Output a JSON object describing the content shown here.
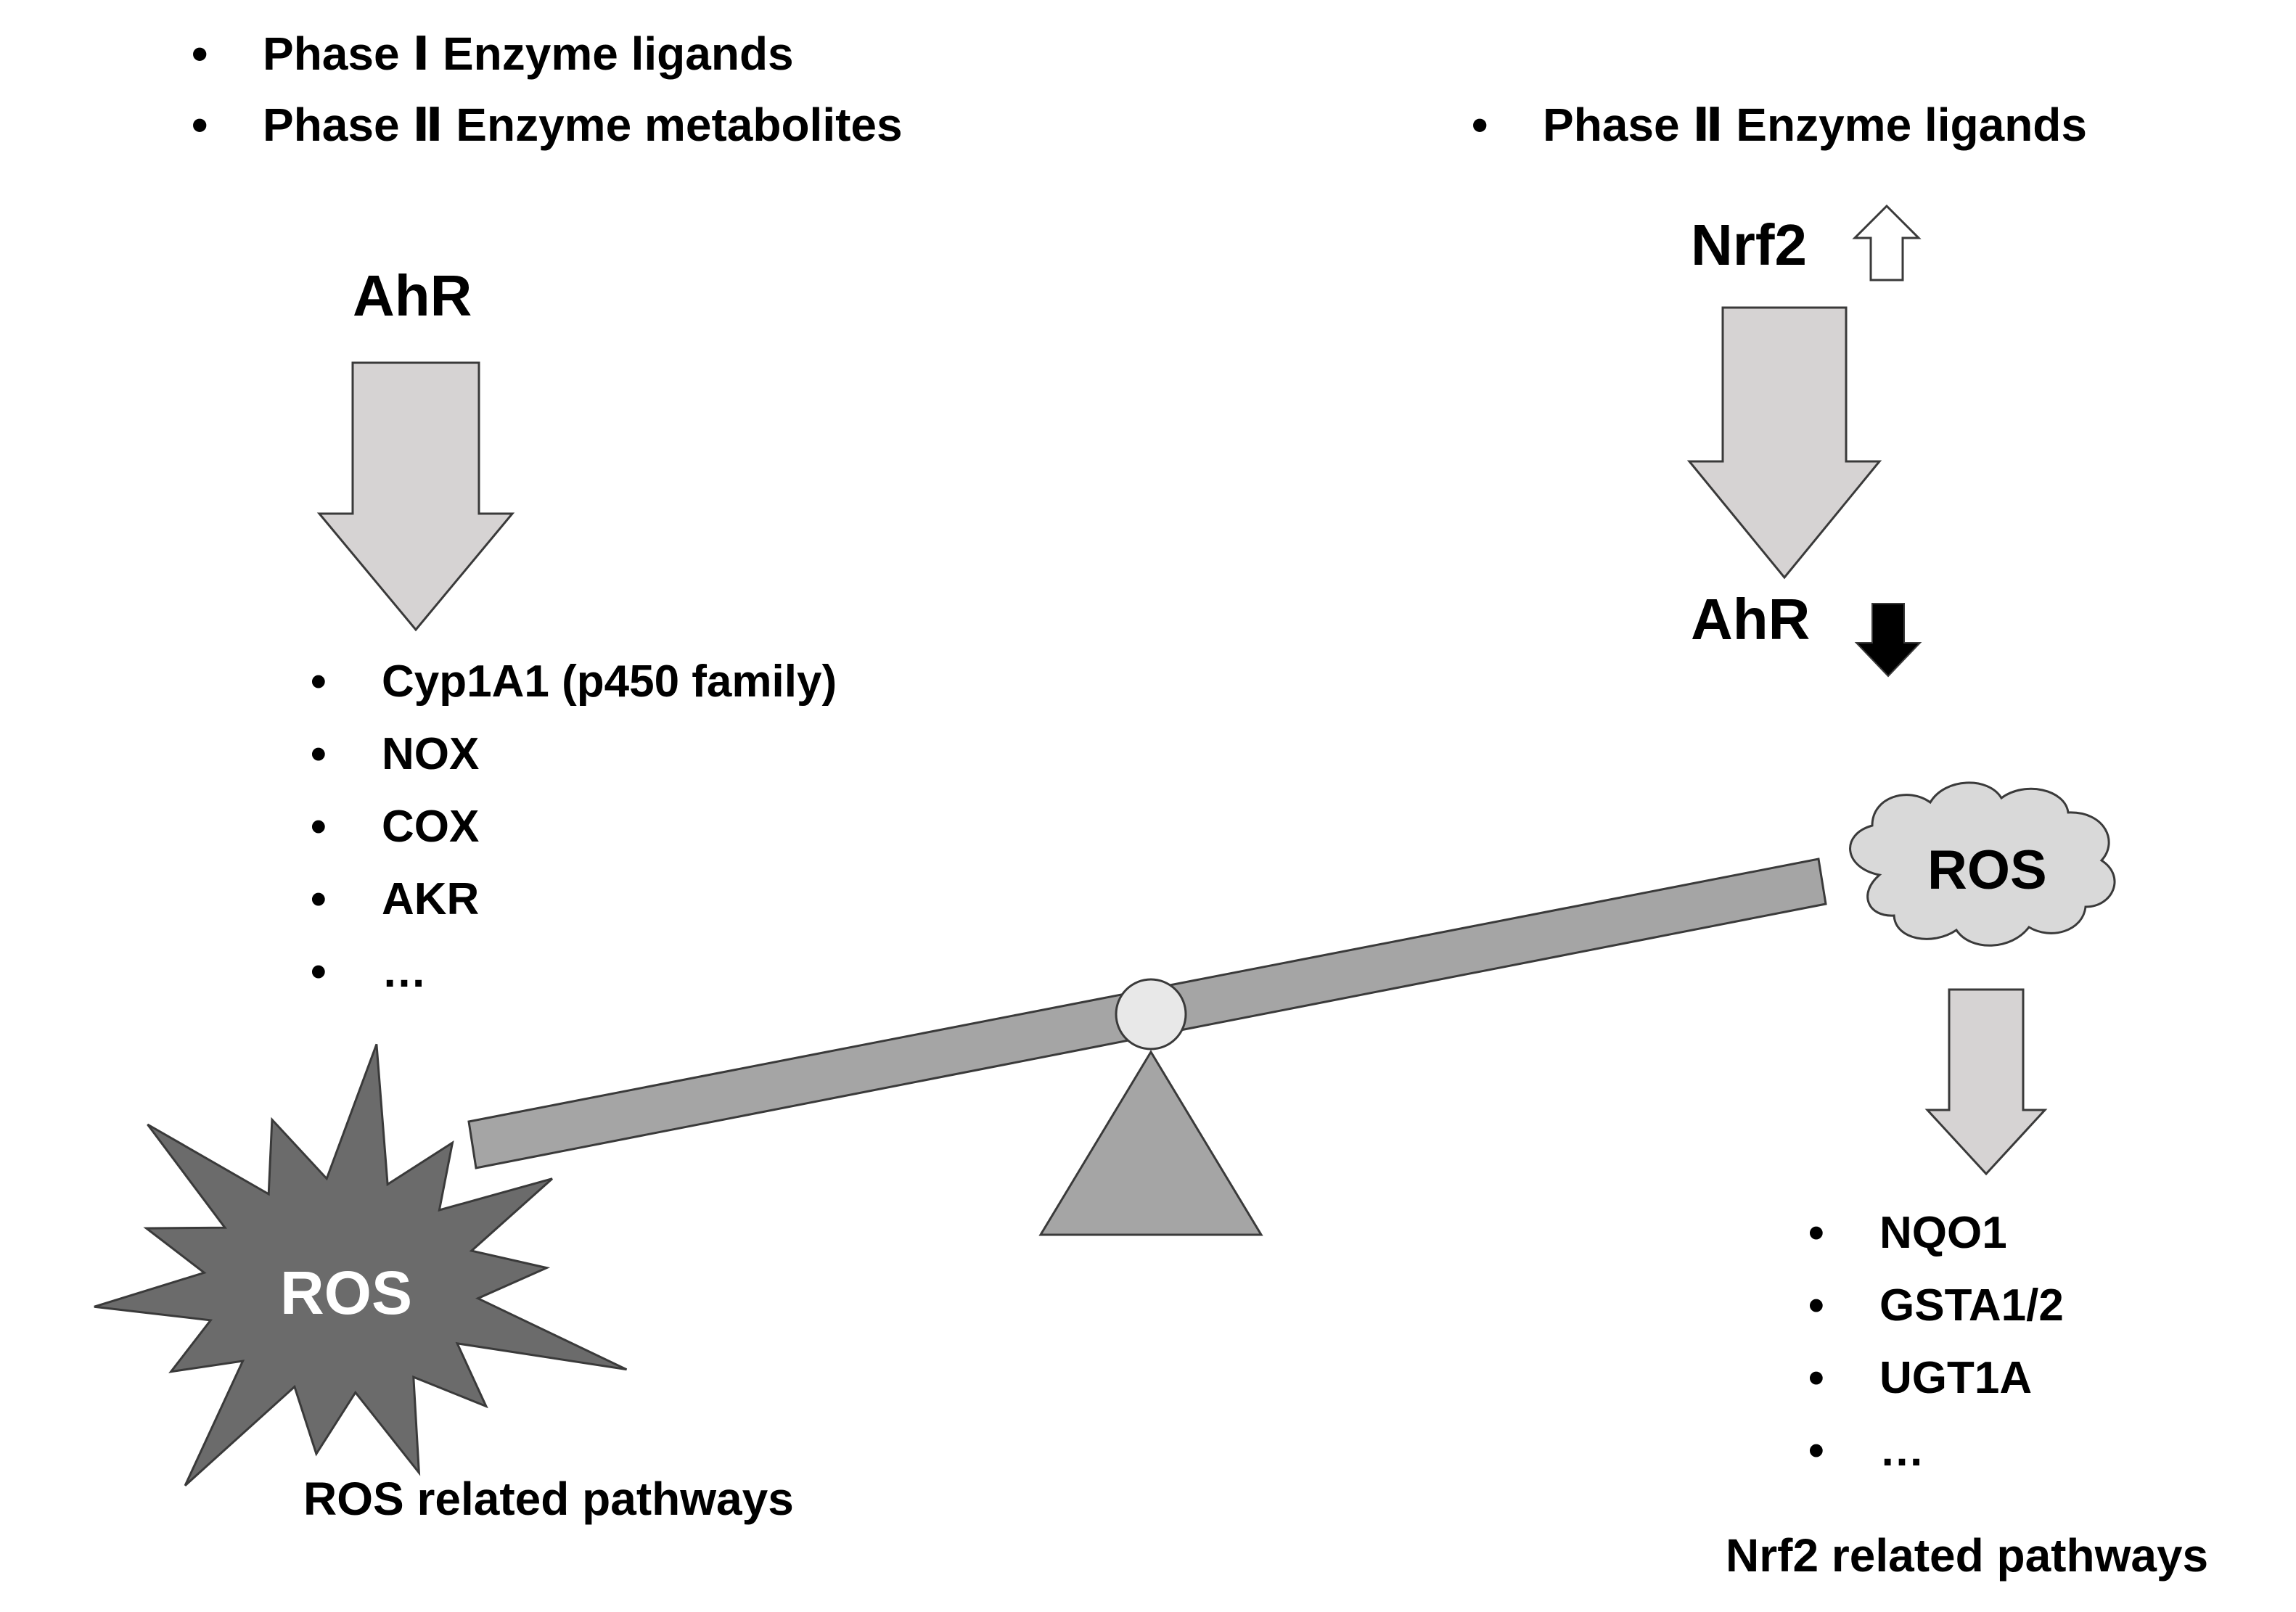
{
  "top_left_list": [
    "Phase Ⅰ Enzyme ligands",
    "Phase Ⅱ Enzyme metabolites"
  ],
  "top_right_list": [
    "Phase Ⅱ Enzyme ligands"
  ],
  "left_branch": {
    "receptor": "AhR",
    "enzymes": [
      "Cyp1A1 (p450 family)",
      "NOX",
      "COX",
      "AKR",
      "…"
    ],
    "outcome": "ROS",
    "pathway_label": "ROS related pathways"
  },
  "right_branch": {
    "activator": "Nrf2",
    "activator_change": "up",
    "receptor": "AhR",
    "receptor_change": "down",
    "outcome": "ROS",
    "enzymes": [
      "NQO1",
      "GSTA1/2",
      "UGT1A",
      "…"
    ],
    "pathway_label": "Nrf2 related pathways"
  },
  "colors": {
    "arrow_fill": "#d6d3d3",
    "beam_fill": "#a5a5a5",
    "fulcrum_fill": "#a5a5a5",
    "star_fill": "#6b6b6b",
    "cloud_fill": "#d9d9d9",
    "down_arrow_fill": "#000000",
    "outline": "#3a3a3a"
  }
}
